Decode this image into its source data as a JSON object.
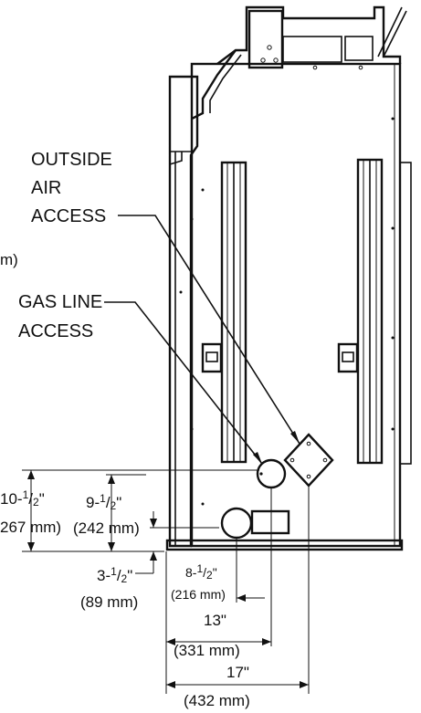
{
  "callouts": {
    "outside_air": [
      "OUTSIDE",
      "AIR",
      "ACCESS"
    ],
    "gas_line": [
      "GAS LINE",
      "ACCESS"
    ],
    "partial_mm": "m)"
  },
  "dimensions": {
    "h_10_5": {
      "whole": "10-",
      "num": "1",
      "den": "2",
      "in_mark": "\"",
      "mm": "267 mm)"
    },
    "h_9_5": {
      "whole": "9-",
      "num": "1",
      "den": "2",
      "in_mark": "\"",
      "mm": "(242 mm)"
    },
    "h_3_5": {
      "whole": "3-",
      "num": "1",
      "den": "2",
      "in_mark": "\"",
      "mm": "(89 mm)"
    },
    "w_8_5": {
      "whole": "8-",
      "num": "1",
      "den": "2",
      "in_mark": "\"",
      "mm": "(216 mm)"
    },
    "w_13": {
      "in": "13\"",
      "mm": "(331 mm)"
    },
    "w_17": {
      "in": "17\"",
      "mm": "(432 mm)"
    }
  }
}
